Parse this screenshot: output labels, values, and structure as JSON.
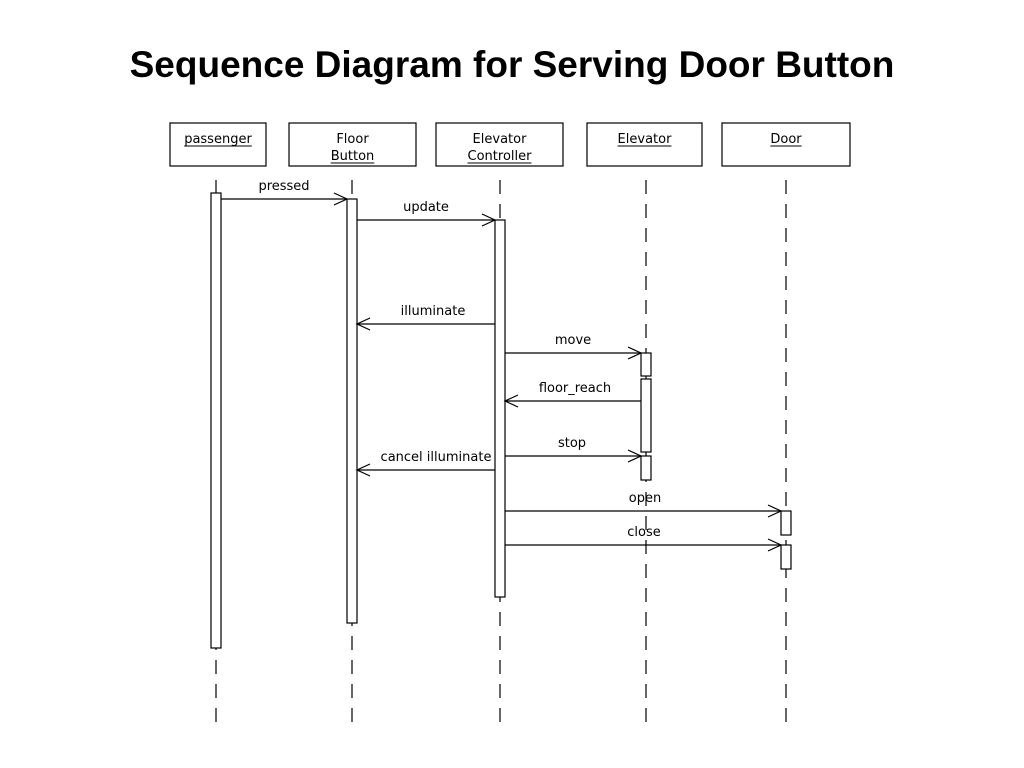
{
  "title": "Sequence Diagram for Serving Door Button",
  "participants": [
    {
      "id": "passenger",
      "lines": [
        "passenger"
      ],
      "underline": [
        0
      ]
    },
    {
      "id": "floor-button",
      "lines": [
        "Floor",
        "Button"
      ],
      "underline": [
        1
      ]
    },
    {
      "id": "elevator-controller",
      "lines": [
        "Elevator",
        "Controller"
      ],
      "underline": [
        1
      ]
    },
    {
      "id": "elevator",
      "lines": [
        "Elevator"
      ],
      "underline": [
        0
      ]
    },
    {
      "id": "door",
      "lines": [
        "Door"
      ],
      "underline": [
        0
      ]
    }
  ],
  "messages": [
    {
      "id": "pressed",
      "label": "pressed",
      "from": "passenger",
      "to": "floor-button"
    },
    {
      "id": "update",
      "label": "update",
      "from": "floor-button",
      "to": "elevator-controller"
    },
    {
      "id": "illuminate",
      "label": "illuminate",
      "from": "elevator-controller",
      "to": "floor-button"
    },
    {
      "id": "move",
      "label": "move",
      "from": "elevator-controller",
      "to": "elevator"
    },
    {
      "id": "floor-reach",
      "label": "floor_reach",
      "from": "elevator",
      "to": "elevator-controller"
    },
    {
      "id": "stop",
      "label": "stop",
      "from": "elevator-controller",
      "to": "elevator"
    },
    {
      "id": "cancel-illuminate",
      "label": "cancel illuminate",
      "from": "elevator-controller",
      "to": "floor-button"
    },
    {
      "id": "open",
      "label": "open",
      "from": "elevator-controller",
      "to": "door"
    },
    {
      "id": "close",
      "label": "close",
      "from": "elevator-controller",
      "to": "door"
    }
  ]
}
